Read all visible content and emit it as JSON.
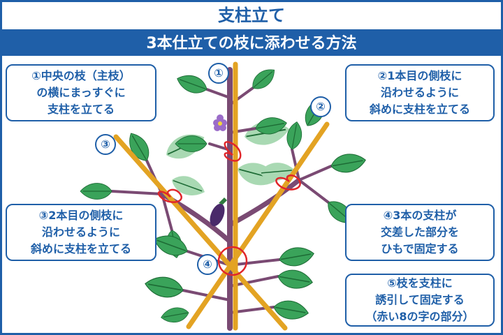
{
  "header": {
    "title": "支柱立て",
    "subtitle": "3本仕立ての枝に添わせる方法"
  },
  "notes": [
    {
      "lines": [
        "①中央の枝（主枝）",
        "の横にまっすぐに",
        "支柱を立てる"
      ]
    },
    {
      "lines": [
        "②1本目の側枝に",
        "沿わせるように",
        "斜めに支柱を立てる"
      ]
    },
    {
      "lines": [
        "③2本目の側枝に",
        "沿わせるように",
        "斜めに支柱を立てる"
      ]
    },
    {
      "lines": [
        "④3本の支柱が",
        "交差した部分を",
        "ひもで固定する"
      ]
    },
    {
      "lines": [
        "⑤枝を支柱に",
        "誘引して固定する",
        "（赤い8の字の部分）"
      ]
    }
  ],
  "markers": [
    "①",
    "②",
    "③",
    "④"
  ],
  "colors": {
    "accent": "#1f5fa8",
    "pole": "#e3a323",
    "stem": "#7a4a73",
    "leaf": "#3aa35a",
    "leaf_faded": "#a9d9b3",
    "twine": "#e0262b",
    "flower": "#9b6cc9",
    "eggplant": "#4a2a6a"
  },
  "icons": [
    "eggplant-icon",
    "flower-icon",
    "leaf-icon",
    "figure-eight-tie-icon"
  ]
}
